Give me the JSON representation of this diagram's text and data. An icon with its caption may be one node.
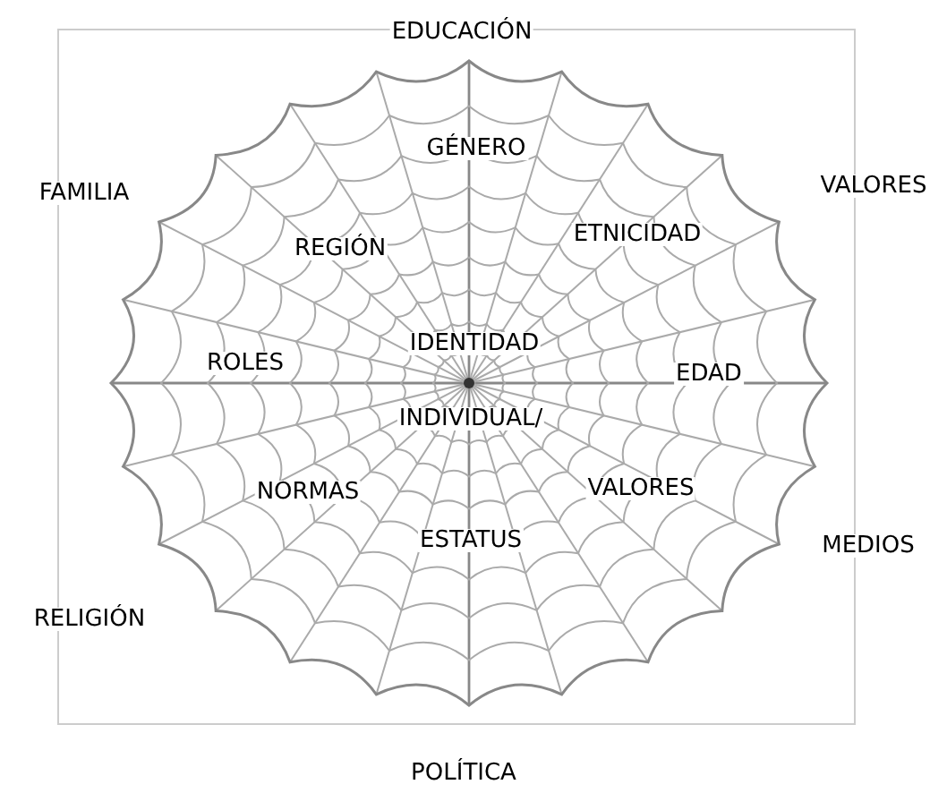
{
  "diagram": {
    "labels": [
      "EDUCACIÓN",
      "GÉNERO",
      "FAMILIA",
      "VALORES",
      "REGIÓN",
      "ETNICIDAD",
      "IDENTIDAD",
      "ROLES",
      "EDAD",
      "INDIVIDUAL/",
      "NORMAS",
      "VALORES",
      "ESTATUS",
      "MEDIOS",
      "RELIGIÓN",
      "POLÍTICA"
    ]
  }
}
